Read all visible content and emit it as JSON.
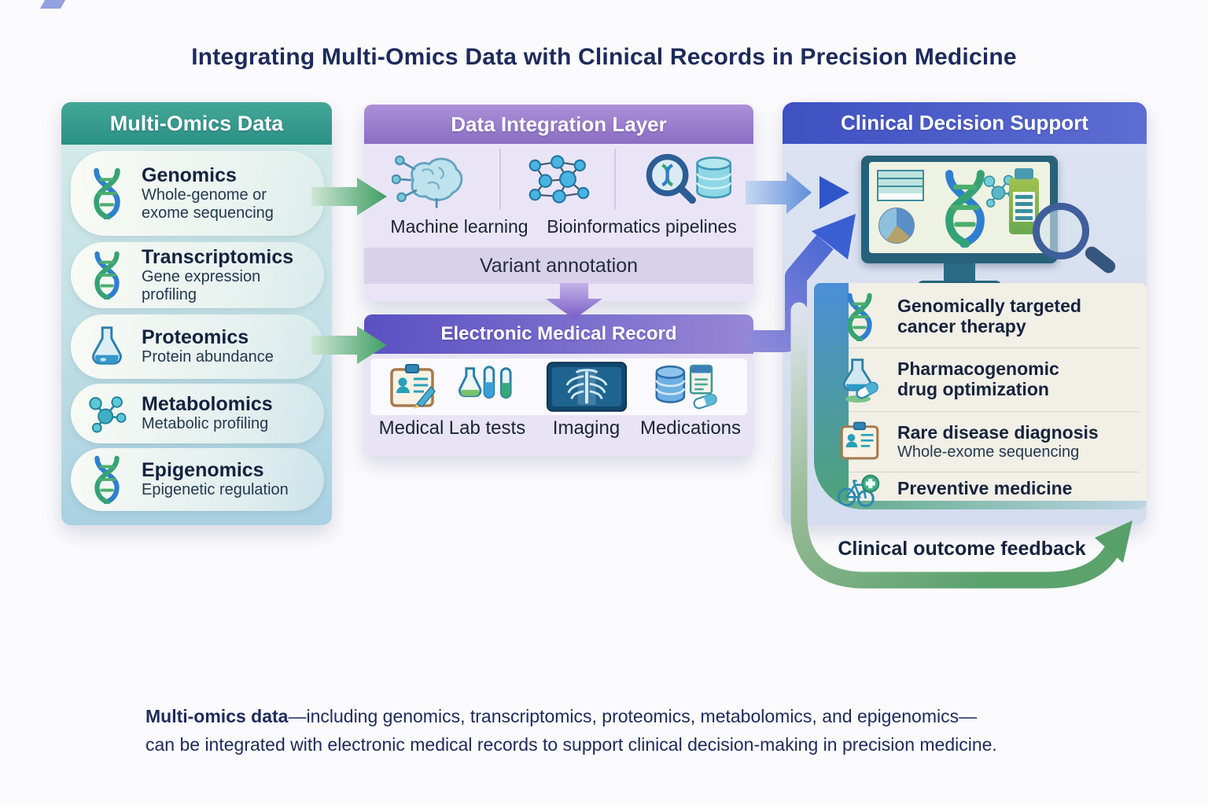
{
  "page": {
    "title": "Integrating Multi-Omics Data with Clinical Records in Precision Medicine",
    "caption": {
      "bold": "Multi-omics data",
      "line1_rest": "—including genomics, transcriptomics, proteomics, metabolomics, and epigenomics—",
      "line2": "can be integrated with electronic medical records to support clinical decision-making in precision medicine."
    }
  },
  "multi_omics_panel": {
    "title": "Multi-Omics Data",
    "items": [
      {
        "icon": "dna-icon",
        "label": "Genomics",
        "desc_line1": "Whole-genome or",
        "desc_line2": "exome sequencing"
      },
      {
        "icon": "dna-icon",
        "label": "Transcriptomics",
        "desc_line1": "Gene expression profiling",
        "desc_line2": ""
      },
      {
        "icon": "flask-icon",
        "label": "Proteomics",
        "desc_line1": "Protein abundance",
        "desc_line2": ""
      },
      {
        "icon": "molecule-icon",
        "label": "Metabolomics",
        "desc_line1": "Metabolic profiling",
        "desc_line2": ""
      },
      {
        "icon": "dna-icon",
        "label": "Epigenomics",
        "desc_line1": "Epigenetic regulation",
        "desc_line2": ""
      }
    ]
  },
  "integration_panel": {
    "title": "Data Integration Layer",
    "icons": [
      "brain-icon",
      "network-icon",
      "dna-magnifier-database-icon"
    ],
    "labels": [
      "Machine learning",
      "Bioinformatics pipelines"
    ],
    "band": "Variant annotation"
  },
  "emr_panel": {
    "title": "Electronic Medical Record",
    "items": [
      {
        "icon": "medical-clipboard-icon",
        "label": "Medical"
      },
      {
        "icon": "lab-tubes-icon",
        "label": "Lab tests"
      },
      {
        "icon": "xray-icon",
        "label": "Imaging"
      },
      {
        "icon": "medications-database-icon",
        "label": "Medications"
      }
    ]
  },
  "cds_panel": {
    "title": "Clinical Decision Support",
    "items": [
      {
        "icon": "dna-icon",
        "line1": "Genomically targeted",
        "line2": "cancer therapy",
        "desc": ""
      },
      {
        "icon": "flask-pill-icon",
        "line1": "Pharmacogenomic",
        "line2": "drug optimization",
        "desc": ""
      },
      {
        "icon": "clipboard-icon",
        "line1": "Rare disease diagnosis",
        "line2": "",
        "desc": "Whole-exome sequencing"
      },
      {
        "icon": "bicycle-cross-icon",
        "line1": "Preventive medicine",
        "line2": "",
        "desc": ""
      }
    ]
  },
  "feedback": {
    "label": "Clinical outcome feedback"
  },
  "colors": {
    "omics_header_teal": "#2b9185",
    "integration_header_purple": "#8c6dc3",
    "emr_header_violet": "#5a50c2",
    "cds_header_blue": "#3e51c2",
    "arrow_green": "#3f9e63",
    "arrow_blue": "#2f55cb",
    "arrow_purple": "#7a5cc6",
    "feedback_green": "#57a069",
    "text_navy": "#1d2a5c"
  }
}
